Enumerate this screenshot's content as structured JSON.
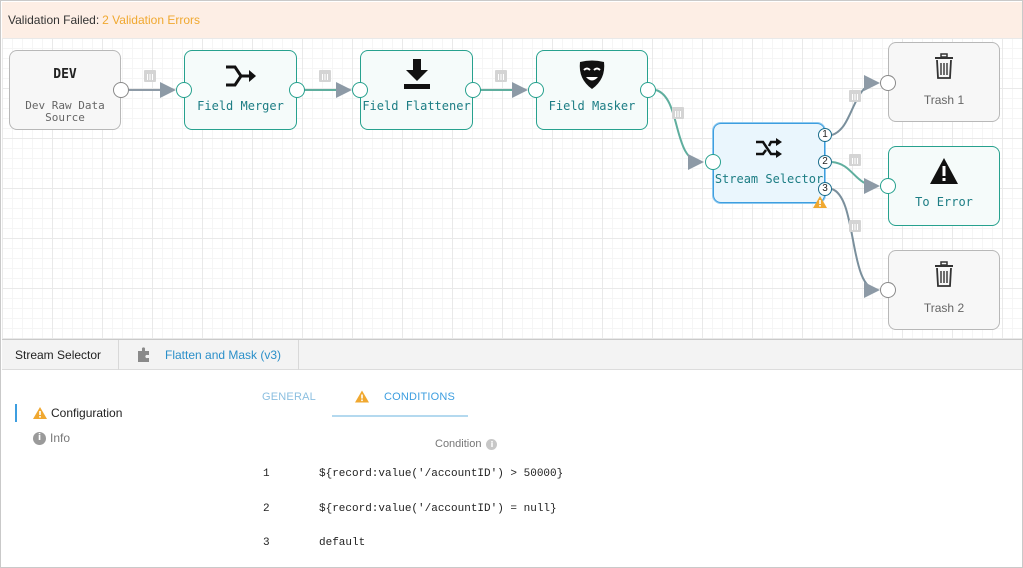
{
  "banner": {
    "prefix": "Validation Failed:",
    "errors": "2 Validation Errors"
  },
  "colors": {
    "accent": "#27a18e",
    "selected": "#3d9ee0",
    "warning": "#f0a830",
    "edge_grey": "#8d9aa6"
  },
  "nodes": {
    "dev_source": {
      "title": "DEV",
      "label_line1": "Dev Raw Data",
      "label_line2": "Source"
    },
    "field_merger": {
      "label": "Field Merger",
      "icon": "merge-arrows-icon"
    },
    "field_flattener": {
      "label": "Field Flattener",
      "icon": "download-icon"
    },
    "field_masker": {
      "label": "Field Masker",
      "icon": "mask-icon"
    },
    "stream_selector": {
      "label": "Stream Selector",
      "icon": "shuffle-icon",
      "ports": [
        "1",
        "2",
        "3"
      ]
    },
    "trash1": {
      "label": "Trash 1",
      "icon": "trash-icon"
    },
    "to_error": {
      "label": "To Error",
      "icon": "warning-icon"
    },
    "trash2": {
      "label": "Trash 2",
      "icon": "trash-icon"
    }
  },
  "panel": {
    "tab_stage": "Stream Selector",
    "tab_pipeline": "Flatten and Mask (v3)",
    "sidebar": [
      {
        "label": "Configuration",
        "icon": "warning-icon",
        "active": true
      },
      {
        "label": "Info",
        "icon": "info-icon",
        "active": false
      }
    ],
    "config_tabs": [
      {
        "label": "GENERAL",
        "active": false
      },
      {
        "label": "CONDITIONS",
        "active": true,
        "icon": "warning-icon"
      }
    ],
    "condition_header": "Condition",
    "conditions": [
      {
        "index": "1",
        "expr": "${record:value('/accountID') > 50000}"
      },
      {
        "index": "2",
        "expr": "${record:value('/accountID') = null}"
      },
      {
        "index": "3",
        "expr": "default"
      }
    ]
  }
}
